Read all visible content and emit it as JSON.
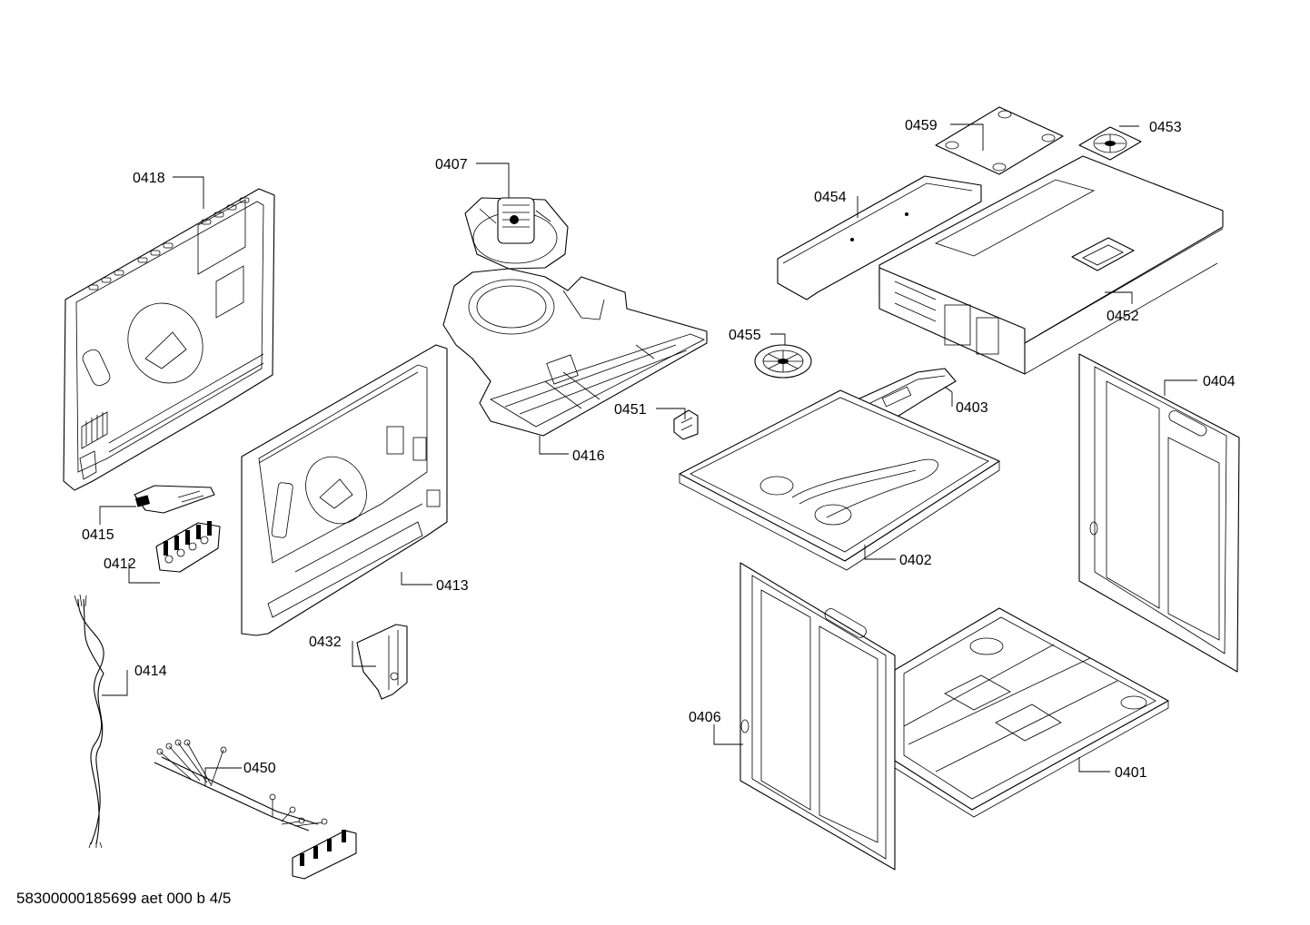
{
  "document_id": "58300000185699 aet 000 b 4/5",
  "callouts": {
    "c0418": "0418",
    "c0407": "0407",
    "c0459": "0459",
    "c0453": "0453",
    "c0454": "0454",
    "c0452": "0452",
    "c0455": "0455",
    "c0403": "0403",
    "c0451": "0451",
    "c0416": "0416",
    "c0404": "0404",
    "c0415": "0415",
    "c0412": "0412",
    "c0413": "0413",
    "c0402": "0402",
    "c0432": "0432",
    "c0414": "0414",
    "c0406": "0406",
    "c0450": "0450",
    "c0401": "0401"
  }
}
